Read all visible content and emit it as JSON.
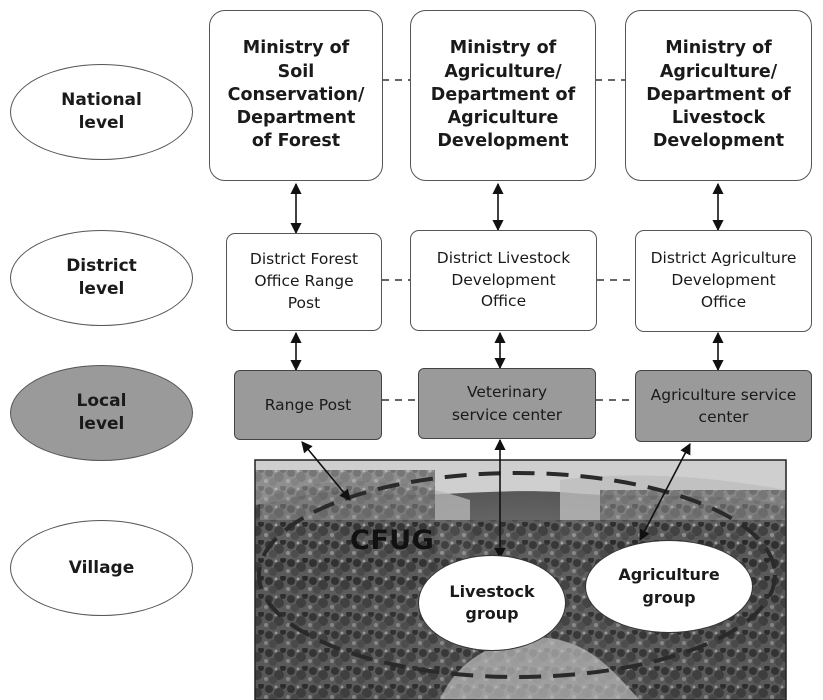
{
  "levels": {
    "national": "National\nlevel",
    "district": "District\nlevel",
    "local": "Local\nlevel",
    "village": "Village"
  },
  "national": {
    "left": "Ministry of\nSoil\nConservation/\nDepartment\nof Forest",
    "center": "Ministry of\nAgriculture/\nDepartment of\nAgriculture\nDevelopment",
    "right": "Ministry of\nAgriculture/\nDepartment of\nLivestock\nDevelopment"
  },
  "district": {
    "left": "District Forest\nOffice Range\nPost",
    "center": "District Livestock\nDevelopment\nOffice",
    "right": "District Agriculture\nDevelopment\nOffice"
  },
  "local": {
    "left": "Range Post",
    "center": "Veterinary\nservice center",
    "right": "Agriculture service\ncenter"
  },
  "village": {
    "cfug": "CFUG",
    "livestock_group": "Livestock\ngroup",
    "agriculture_group": "Agriculture\ngroup"
  },
  "colors": {
    "shaded_fill": "#9a9a9a",
    "border": "#555555",
    "photo_background": "#6b6b6b"
  },
  "icons": {
    "village_photo": "forest-hillside-photo"
  }
}
